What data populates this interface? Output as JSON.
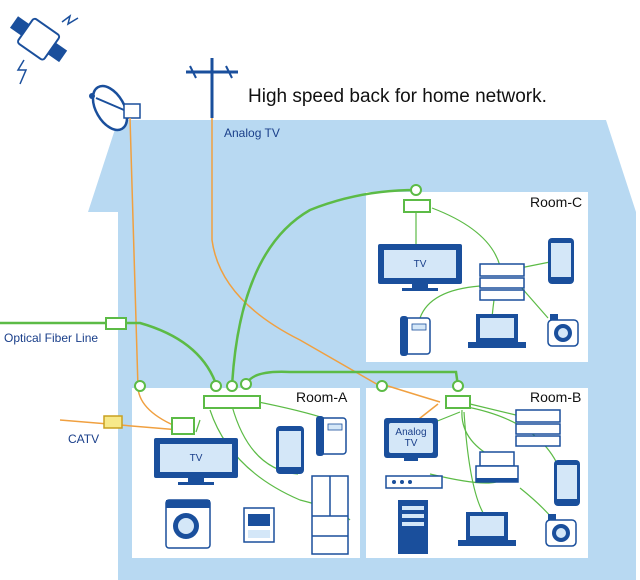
{
  "title": "High speed back for home network.",
  "labels": {
    "analog_tv": "Analog TV",
    "optical_fiber": "Optical Fiber Line",
    "catv": "CATV"
  },
  "rooms": {
    "a": "Room-A",
    "b": "Room-B",
    "c": "Room-C"
  },
  "screens": {
    "tv_a": "TV",
    "tv_c": "TV",
    "analog_tv_line1": "Analog",
    "analog_tv_line2": "TV"
  },
  "colors": {
    "house": "#b8d9f2",
    "room": "#ffffff",
    "device_blue": "#1a4f9c",
    "green_line": "#5cbb46",
    "orange_line": "#f0a040",
    "catv_box": "#f7e98a"
  }
}
